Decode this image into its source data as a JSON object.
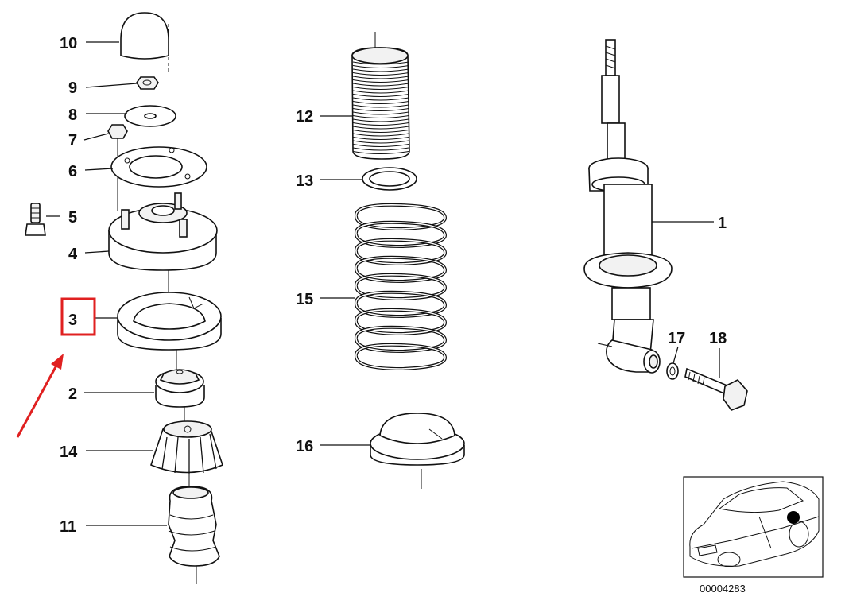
{
  "diagram": {
    "callouts": {
      "p1": "1",
      "p2": "2",
      "p3": "3",
      "p4": "4",
      "p5": "5",
      "p6": "6",
      "p7": "7",
      "p8": "8",
      "p9": "9",
      "p10": "10",
      "p11": "11",
      "p12": "12",
      "p13": "13",
      "p14": "14",
      "p15": "15",
      "p16": "16",
      "p17": "17",
      "p18": "18"
    },
    "highlighted_part": "3",
    "highlight_color": "#e02020",
    "drawing_number": "00004283",
    "inset_marker_color": "#000000"
  }
}
